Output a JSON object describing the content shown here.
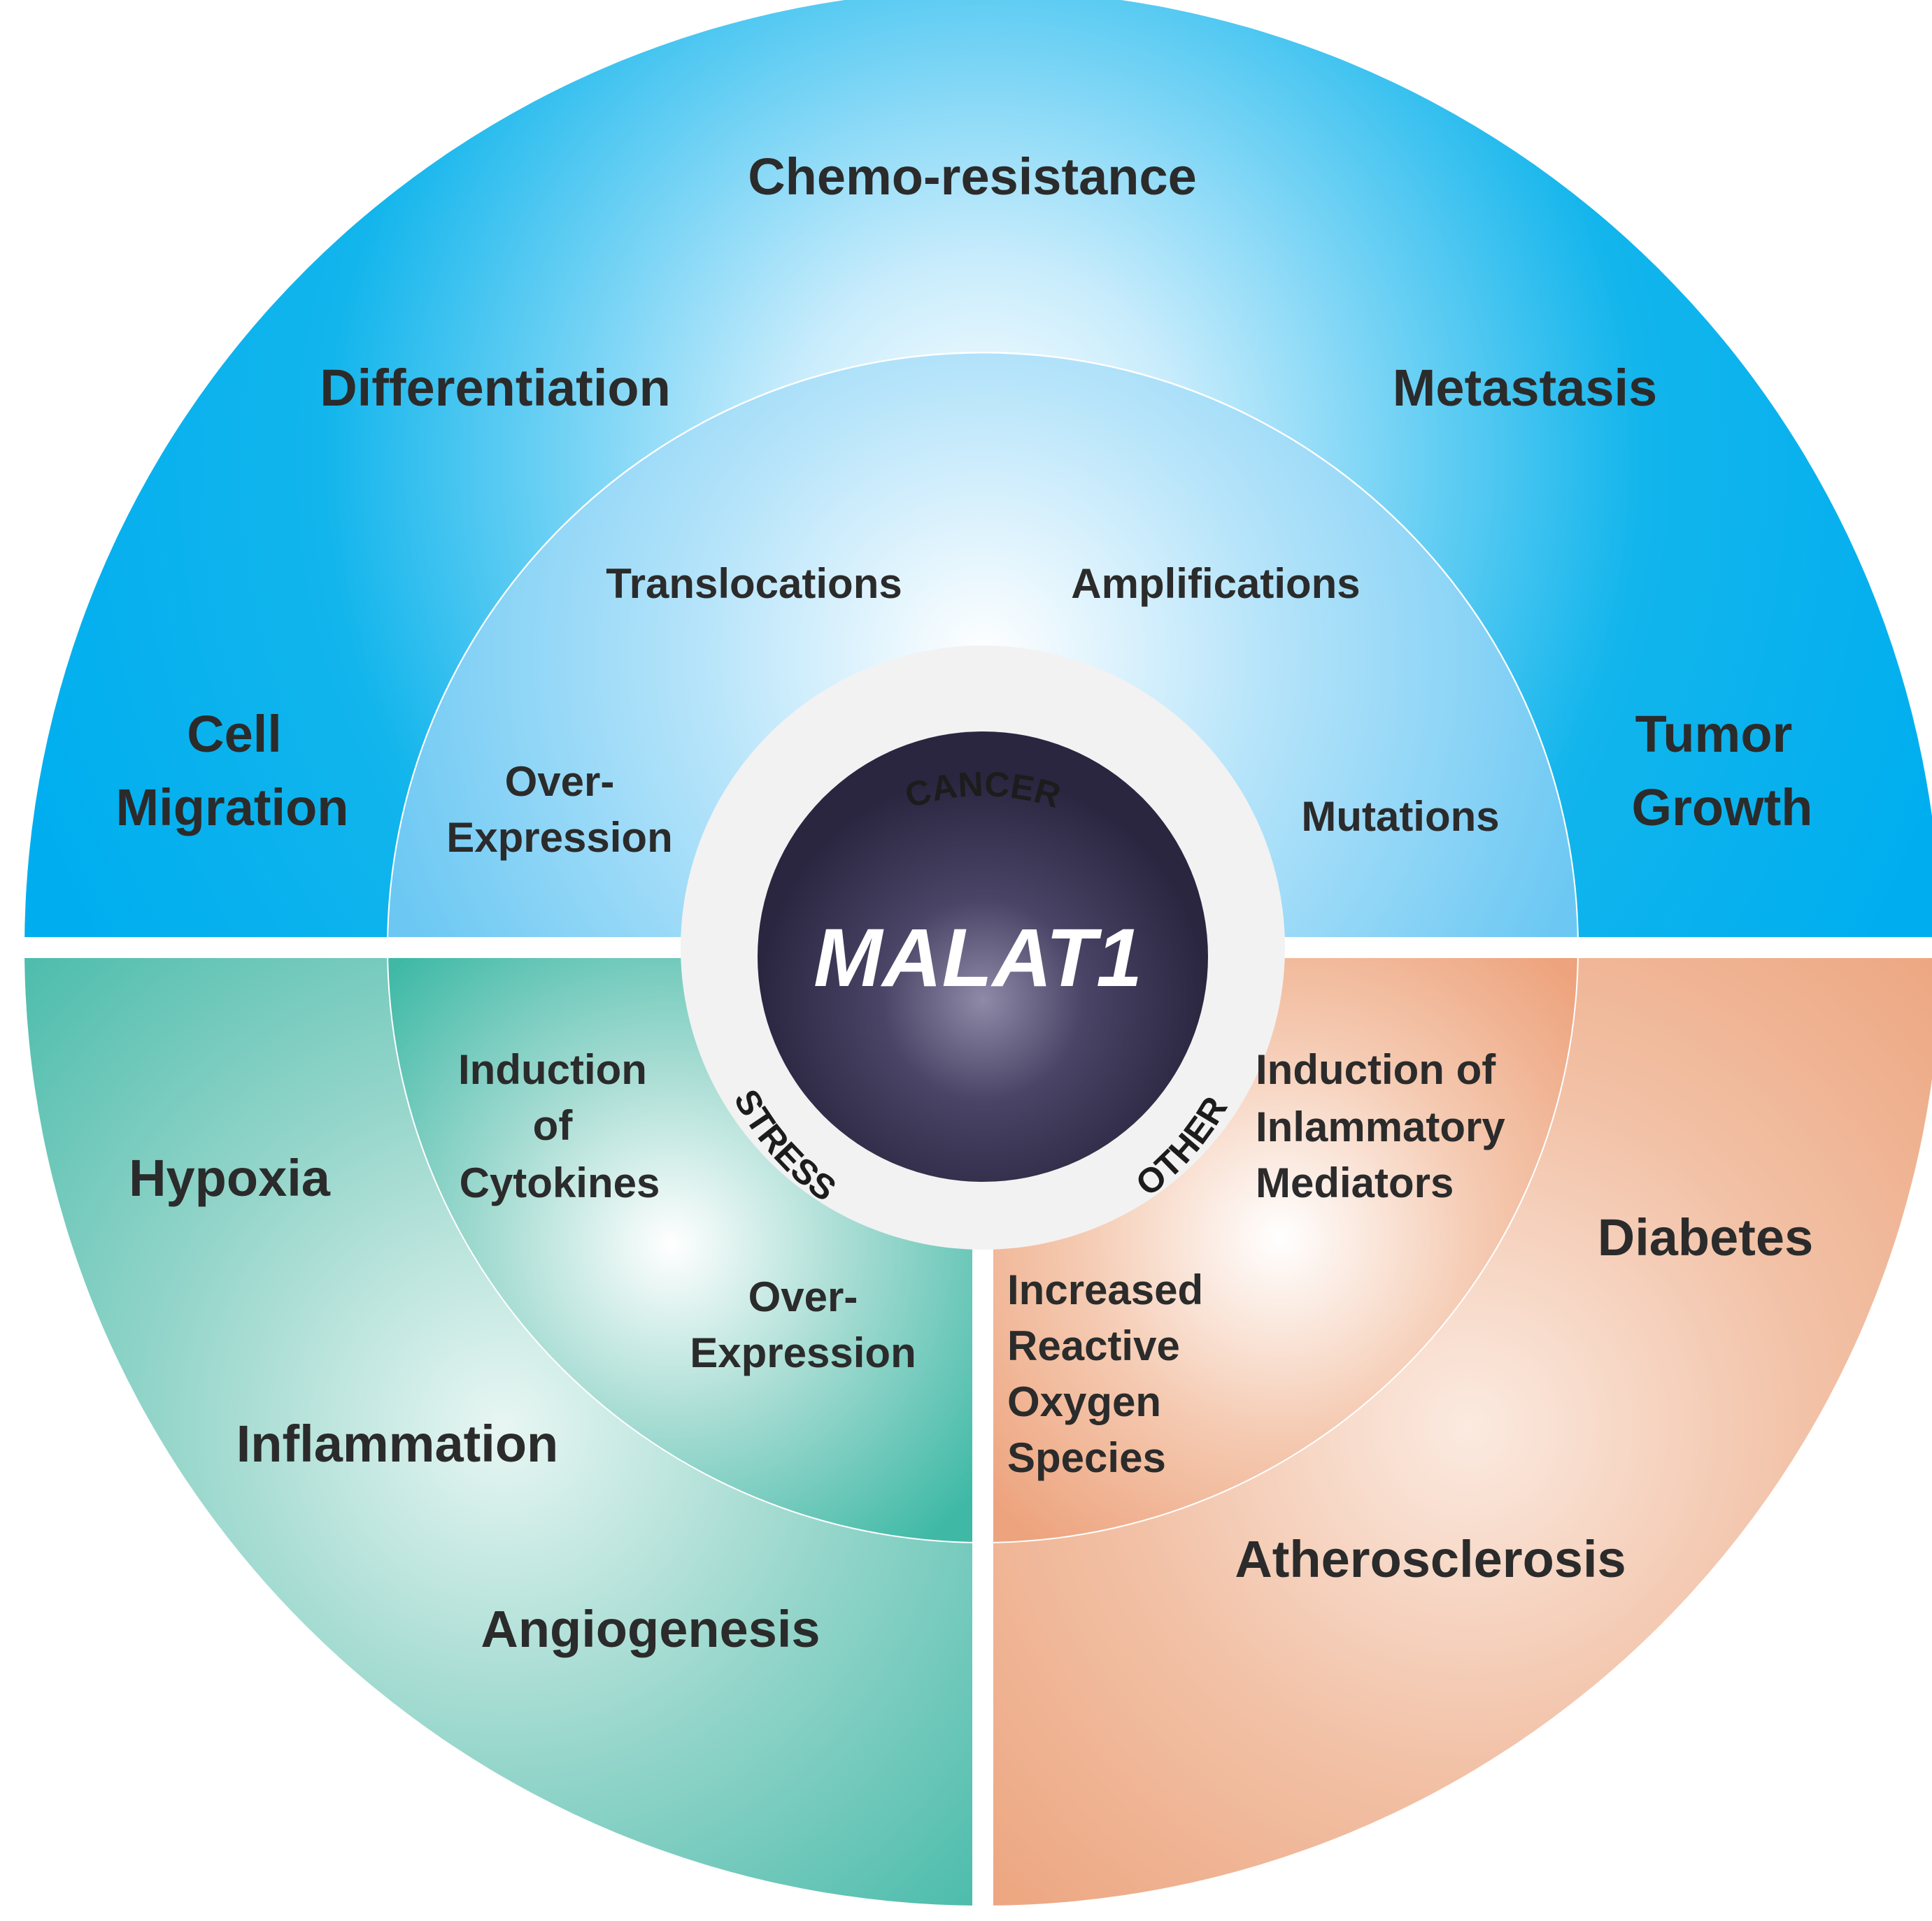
{
  "center": {
    "title": "MALAT1"
  },
  "ring_labels": {
    "cancer": "CANCER",
    "stress": "STRESS",
    "other": "OTHER"
  },
  "outer": {
    "cancer": [
      "Chemo-resistance",
      "Differentiation",
      "Metastasis",
      "Cell",
      "Migration",
      "Tumor",
      "Growth"
    ],
    "stress": [
      "Hypoxia",
      "Inflammation",
      "Angiogenesis"
    ],
    "other": [
      "Diabetes",
      "Atherosclerosis"
    ]
  },
  "inner": {
    "cancer": [
      "Translocations",
      "Amplifications",
      "Over-",
      "Expression",
      "Mutations"
    ],
    "stress": [
      "Induction",
      "of",
      "Cytokines",
      "Over-",
      "Expression"
    ],
    "other": [
      "Induction of",
      "Inlammatory",
      "Mediators",
      "Increased",
      "Reactive",
      "Oxygen",
      "Species"
    ]
  },
  "colors": {
    "cancer": "#0ab3ec",
    "cancer_inner": "#7fd0f6",
    "stress": "#3fb9a6",
    "other": "#eda37d",
    "core": "#3a3452"
  }
}
